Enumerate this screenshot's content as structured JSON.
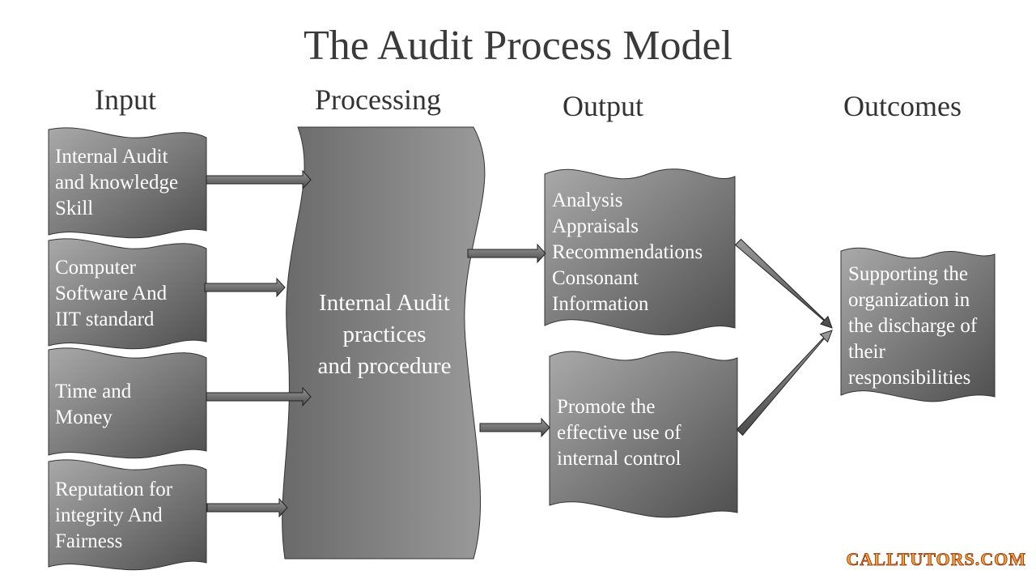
{
  "title": "The Audit Process Model",
  "columns": {
    "input": "Input",
    "processing": "Processing",
    "output": "Output",
    "outcomes": "Outcomes"
  },
  "inputs": [
    {
      "text": "Internal Audit\nand knowledge\nSkill"
    },
    {
      "text": "Computer\nSoftware And\nIIT standard"
    },
    {
      "text": "Time and\nMoney"
    },
    {
      "text": "Reputation for\nintegrity And\nFairness"
    }
  ],
  "processing": {
    "text": "Internal Audit\npractices\nand procedure"
  },
  "outputs": [
    {
      "text": "Analysis\nAppraisals\nRecommendations\nConsonant\nInformation"
    },
    {
      "text": "Promote the\neffective use of\ninternal control"
    }
  ],
  "outcome": {
    "text": "Supporting the\norganization in\nthe discharge of\ntheir\nresponsibilities"
  },
  "brand": "CALLTUTORS.COM",
  "colors": {
    "box_dark": "#4f4f4f",
    "box_light": "#a9a9a9",
    "arrow": "#555555",
    "title": "#3a3a3a",
    "brand": "#f2a03a"
  }
}
